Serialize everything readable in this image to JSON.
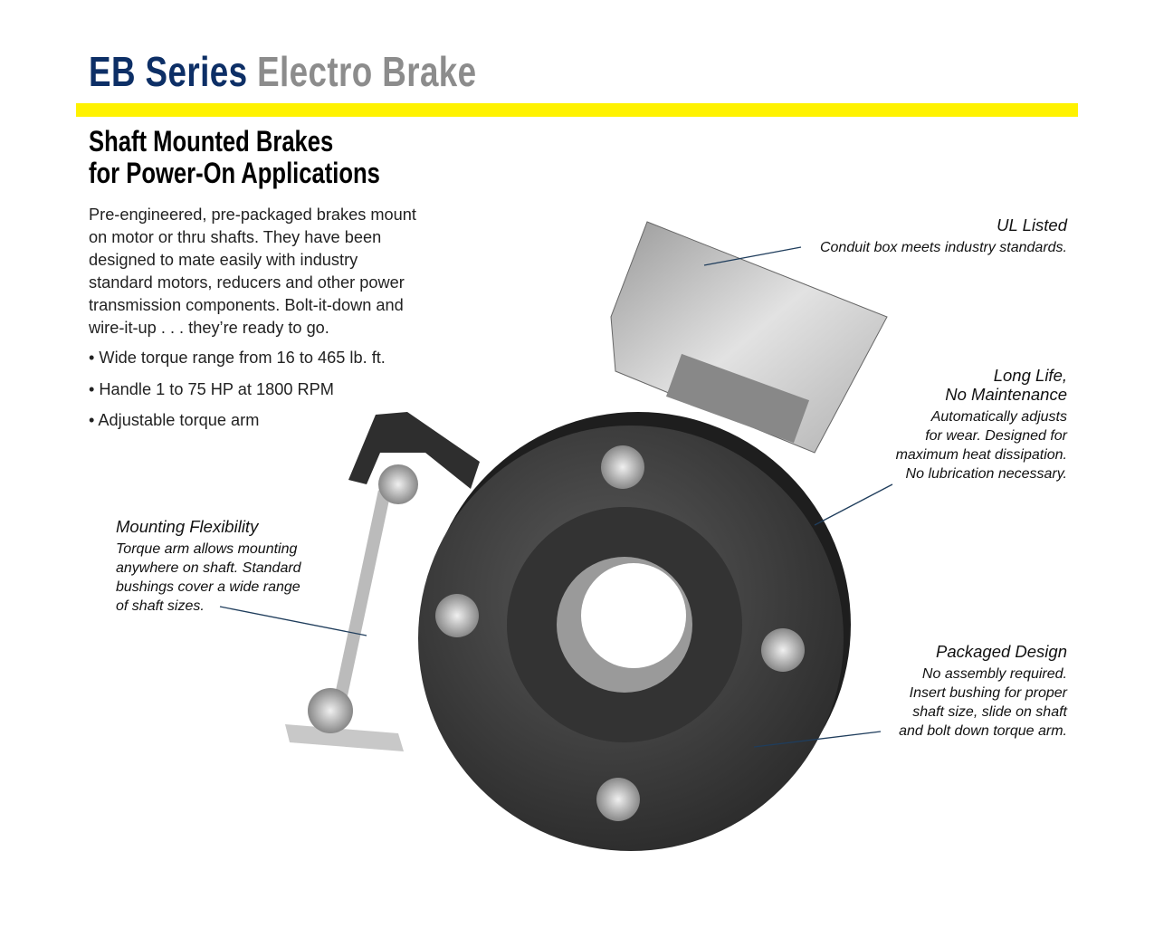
{
  "header": {
    "title_series": "EB Series",
    "title_product": "Electro Brake"
  },
  "subtitle": {
    "line1": "Shaft Mounted Brakes",
    "line2": "for Power-On Applications"
  },
  "intro": "Pre-engineered, pre-packaged brakes mount on motor or thru shafts. They have been designed to mate easily with industry standard motors, reducers and other power transmission components. Bolt-it-down and wire-it-up . . . they’re ready to go.",
  "bullets": [
    "• Wide torque range from 16 to 465 lb. ft.",
    "• Handle 1 to 75 HP at 1800 RPM",
    "• Adjustable torque arm"
  ],
  "callouts": {
    "ul": {
      "title": "UL Listed",
      "lines": [
        "Conduit box meets industry standards."
      ]
    },
    "life": {
      "title1": "Long Life,",
      "title2": "No Maintenance",
      "lines": [
        "Automatically adjusts",
        "for wear. Designed for",
        "maximum heat dissipation.",
        "No lubrication necessary."
      ]
    },
    "mounting": {
      "title": "Mounting Flexibility",
      "lines": [
        "Torque arm allows mounting",
        "anywhere on shaft. Standard",
        "bushings cover a wide range",
        "of shaft sizes."
      ]
    },
    "packaged": {
      "title": "Packaged Design",
      "lines": [
        "No assembly required.",
        "Insert bushing for proper",
        "shaft size, slide on shaft",
        "and bolt down torque arm."
      ]
    }
  },
  "colors": {
    "brand_blue": "#0d2f66",
    "brand_gray": "#8c8c8c",
    "accent_yellow": "#fff200",
    "leader": "#1f3d5c"
  }
}
